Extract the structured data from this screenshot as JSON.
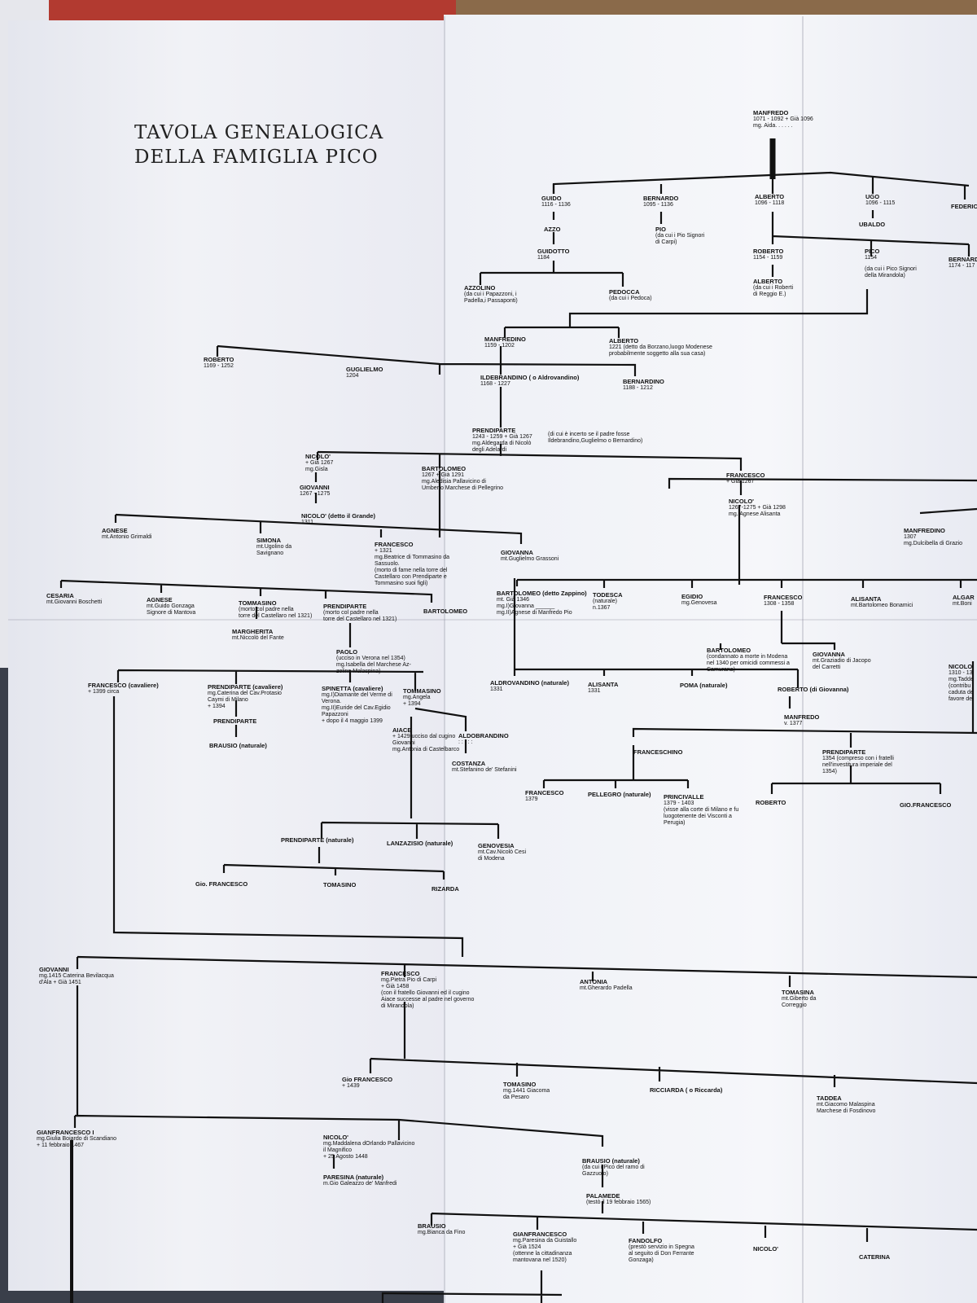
{
  "title": [
    "TAVOLA GENEALOGICA",
    "DELLA FAMIGLIA PICO"
  ],
  "nodes": [
    {
      "id": "manfredo",
      "name": "MANFREDO",
      "lines": [
        "1071 - 1092 + Già 1096",
        "mg. Aida. . . . . ."
      ]
    },
    {
      "id": "guido",
      "name": "GUIDO",
      "lines": [
        "1116 - 1136"
      ]
    },
    {
      "id": "bernardo1",
      "name": "BERNARDO",
      "lines": [
        "1095 - 1136"
      ]
    },
    {
      "id": "alberto1",
      "name": "ALBERTO",
      "lines": [
        "1096 - 1118"
      ]
    },
    {
      "id": "ugo",
      "name": "UGO",
      "lines": [
        "1096 - 1115"
      ]
    },
    {
      "id": "federico",
      "name": "FEDERIC",
      "lines": []
    },
    {
      "id": "azzo",
      "name": "AZZO",
      "lines": []
    },
    {
      "id": "pio",
      "name": "PIO",
      "lines": [
        "(da cui i Pio Signori",
        "di Carpi)"
      ]
    },
    {
      "id": "ubaldo",
      "name": "UBALDO",
      "lines": []
    },
    {
      "id": "guidotto",
      "name": "GUIDOTTO",
      "lines": [
        "1184"
      ]
    },
    {
      "id": "roberto1",
      "name": "ROBERTO",
      "lines": [
        "1154 - 1159"
      ]
    },
    {
      "id": "pico",
      "name": "PICO",
      "lines": [
        "1154",
        "",
        "(da cui i Pico Signori",
        "della Mirandola)"
      ]
    },
    {
      "id": "bernard2",
      "name": "BERNARD",
      "lines": [
        "1174 - 117"
      ]
    },
    {
      "id": "azzolino",
      "name": "AZZOLINO",
      "lines": [
        "(da cui i Papazzoni, i",
        "Padella,i Passaponti)"
      ]
    },
    {
      "id": "pedocca",
      "name": "PEDOCCA",
      "lines": [
        "(da cui i Pedoca)"
      ]
    },
    {
      "id": "alberto2",
      "name": "ALBERTO",
      "lines": [
        "(da cui i Roberti",
        "di Reggio E.)"
      ]
    },
    {
      "id": "manfredino1",
      "name": "MANFREDINO",
      "lines": [
        "1159 - 1202"
      ]
    },
    {
      "id": "alberto3",
      "name": "ALBERTO",
      "lines": [
        "1221 (detto da Borzano,luogo Modenese",
        "probabilmente soggetto alla sua casa)"
      ]
    },
    {
      "id": "roberto2",
      "name": "ROBERTO",
      "lines": [
        "1169 - 1252"
      ]
    },
    {
      "id": "guglielmo",
      "name": "GUGLIELMO",
      "lines": [
        "1204"
      ]
    },
    {
      "id": "ildebrandino",
      "name": "ILDEBRANDINO ( o Aldrovandino)",
      "lines": [
        "1168 - 1227"
      ]
    },
    {
      "id": "bernardino",
      "name": "BERNARDINO",
      "lines": [
        "1188 - 1212"
      ]
    },
    {
      "id": "prendiparte1",
      "name": "PRENDIPARTE",
      "lines": [
        "1243 - 1259 + Già 1267",
        "mg.Aldegarda di Nicolò",
        "degli Adelardi"
      ]
    },
    {
      "id": "note1",
      "name": "",
      "lines": [
        "(di cui è incerto se il padre fosse",
        "Ildebrandino,Guglielmo o Bernardino)"
      ]
    },
    {
      "id": "nicolo1",
      "name": "NICOLO'",
      "lines": [
        "+ Già 1267",
        "mg.Gisla"
      ]
    },
    {
      "id": "bartolomeo1",
      "name": "BARTOLOMEO",
      "lines": [
        "1267 + Già 1291",
        "mg.Aledisia Pallavicino di",
        "Umberto Marchese di Pellegrino"
      ]
    },
    {
      "id": "francesco1",
      "name": "FRANCESCO",
      "lines": [
        "+ Già 1267"
      ]
    },
    {
      "id": "giovanni1",
      "name": "GIOVANNI",
      "lines": [
        "1267 - 1275"
      ]
    },
    {
      "id": "nicolo2",
      "name": "NICOLO' (detto il Grande)",
      "lines": [
        "1311"
      ]
    },
    {
      "id": "nicolo3",
      "name": "NICOLO'",
      "lines": [
        "1267-1275 + Già 1298",
        "mg. Agnese Alisanta"
      ]
    },
    {
      "id": "manfredino2",
      "name": "MANFREDINO",
      "lines": [
        "1307",
        "mg.Dulcibella di Grazio"
      ]
    },
    {
      "id": "agnese1",
      "name": "AGNESE",
      "lines": [
        "mt.Antonio Grimaldi"
      ]
    },
    {
      "id": "simona",
      "name": "SIMONA",
      "lines": [
        "mt.Ugolino da",
        "Savignano"
      ]
    },
    {
      "id": "francesco2",
      "name": "FRANCESCO",
      "lines": [
        "+ 1321",
        "mg.Beatrice di Tommasino da",
        "Sassuolo.",
        "(morto di fame nella torre del",
        "Castellaro con Prendiparte e",
        "Tommasino suoi figli)"
      ]
    },
    {
      "id": "giovanna1",
      "name": "GIOVANNA",
      "lines": [
        "mt.Guglielmo Grassoni"
      ]
    },
    {
      "id": "cesaria",
      "name": "CESARIA",
      "lines": [
        "mt.Giovanni Boschetti"
      ]
    },
    {
      "id": "agnese2",
      "name": "AGNESE",
      "lines": [
        "mt.Guido Gonzaga",
        "Signore di Mantova"
      ]
    },
    {
      "id": "tommasino1",
      "name": "TOMMASINO",
      "lines": [
        "(morto col padre nella",
        "torre del Castellaro nel 1321)"
      ]
    },
    {
      "id": "prendiparte2",
      "name": "PRENDIPARTE",
      "lines": [
        "(morto col padre nella",
        "torre del Castellaro nel 1321)"
      ]
    },
    {
      "id": "bartolomeo2",
      "name": "BARTOLOMEO",
      "lines": []
    },
    {
      "id": "margherita",
      "name": "MARGHERITA",
      "lines": [
        "mt.Niccolò del Fante"
      ]
    },
    {
      "id": "bartolomeo3",
      "name": "BARTOLOMEO (detto Zappino)",
      "lines": [
        "mt. Già 1346",
        "mg.I)Giovanna ______",
        "mg.II)Agnese di Manfredo Pio"
      ]
    },
    {
      "id": "todesca",
      "name": "TODESCA",
      "lines": [
        "(naturale)",
        "n.1367"
      ]
    },
    {
      "id": "egidio",
      "name": "EGIDIO",
      "lines": [
        "mg.Genovesa"
      ]
    },
    {
      "id": "francesco3",
      "name": "FRANCESCO",
      "lines": [
        "1308 - 1358"
      ]
    },
    {
      "id": "alisanta1",
      "name": "ALISANTA",
      "lines": [
        "mt.Bartolomeo Bonamici"
      ]
    },
    {
      "id": "algar",
      "name": "ALGAR",
      "lines": [
        "mt.Boni"
      ]
    },
    {
      "id": "paolo",
      "name": "PAOLO",
      "lines": [
        "(ucciso in Verona nel 1354)",
        "mg.Isabella del Marchese Az-",
        "zolino Malaspina)"
      ]
    },
    {
      "id": "bartolomeo4",
      "name": "BARTOLOMEO",
      "lines": [
        "(condannato a morte in Modena",
        "nel 1340 per omicidi commessi a",
        "Camurana)"
      ]
    },
    {
      "id": "giovanna2",
      "name": "GIOVANNA",
      "lines": [
        "mt.Graziadio di Jacopo",
        "del Carretti"
      ]
    },
    {
      "id": "nicolo4",
      "name": "NICOLO'",
      "lines": [
        "1310 - 13",
        "mg.Tadde",
        "(contribu",
        "caduta de",
        "favore de"
      ]
    },
    {
      "id": "francesco4",
      "name": "FRANCESCO (cavaliere)",
      "lines": [
        "+ 1399 circa"
      ]
    },
    {
      "id": "prendiparte3",
      "name": "PRENDIPARTE (cavaliere)",
      "lines": [
        "mg.Caterina del Cav.Protasio",
        "Caymi di Milano",
        "+ 1394"
      ]
    },
    {
      "id": "spinetta",
      "name": "SPINETTA (cavaliere)",
      "lines": [
        "mg.I)Diamante del Verme di",
        "Verona.",
        "mg.II)Euride del Cav.Egidio",
        "Papazzoni",
        "+ dopo il 4 maggio 1399"
      ]
    },
    {
      "id": "tommasino2",
      "name": "TOMMASINO",
      "lines": [
        "mg.Angela",
        "+ 1394"
      ]
    },
    {
      "id": "aldrovandino",
      "name": "ALDROVANDINO (naturale)",
      "lines": [
        "1331"
      ]
    },
    {
      "id": "alisanta2",
      "name": "ALISANTA",
      "lines": [
        "1331"
      ]
    },
    {
      "id": "poma",
      "name": "POMA (naturale)",
      "lines": []
    },
    {
      "id": "roberto3",
      "name": "ROBERTO (di Giovanna)",
      "lines": []
    },
    {
      "id": "prendiparte4",
      "name": "PRENDIPARTE",
      "lines": []
    },
    {
      "id": "manfredo2",
      "name": "MANFREDO",
      "lines": [
        "v. 1377"
      ]
    },
    {
      "id": "brausio1",
      "name": "BRAUSIO (naturale)",
      "lines": []
    },
    {
      "id": "aiace",
      "name": "AIACE",
      "lines": [
        "+ 1429,ucciso dal cugino",
        "Giovanni",
        "mg.Antonia di Castelbarco"
      ]
    },
    {
      "id": "aldobrandino",
      "name": "ALDOBRANDINO",
      "lines": [
        ": : : : :"
      ]
    },
    {
      "id": "franceschino",
      "name": "FRANCESCHINO",
      "lines": []
    },
    {
      "id": "prendiparte5",
      "name": "PRENDIPARTE",
      "lines": [
        "1354 (compreso con i fratelli",
        "nell'investitura imperiale del",
        "1354)"
      ]
    },
    {
      "id": "costanza",
      "name": "COSTANZA",
      "lines": [
        "mt.Stefanino de' Stefanini"
      ]
    },
    {
      "id": "francesco5",
      "name": "FRANCESCO",
      "lines": [
        "1379"
      ]
    },
    {
      "id": "pellegro",
      "name": "PELLEGRO (naturale)",
      "lines": []
    },
    {
      "id": "princivalle",
      "name": "PRINCIVALLE",
      "lines": [
        "1379 - 1403",
        "(visse alla corte di Milano e fu",
        "luogotenente dei Visconti a",
        "Perugia)"
      ]
    },
    {
      "id": "roberto4",
      "name": "ROBERTO",
      "lines": []
    },
    {
      "id": "giofrancesco1",
      "name": "GIO.FRANCESCO",
      "lines": []
    },
    {
      "id": "prendiparte6",
      "name": "PRENDIPARTE (naturale)",
      "lines": []
    },
    {
      "id": "lanzazisio",
      "name": "LANZAZISIO (naturale)",
      "lines": []
    },
    {
      "id": "genovesia",
      "name": "GENOVESIA",
      "lines": [
        "mt.Cav.Nicolò Cesi",
        "di Modena"
      ]
    },
    {
      "id": "giofrancesco2",
      "name": "Gio. FRANCESCO",
      "lines": []
    },
    {
      "id": "tomasino1",
      "name": "TOMASINO",
      "lines": []
    },
    {
      "id": "rizarda",
      "name": "RIZARDA",
      "lines": []
    },
    {
      "id": "giovanni2",
      "name": "GIOVANNI",
      "lines": [
        "mg.1415 Caterina Bevilacqua",
        "d'Ala    + Già 1451"
      ]
    },
    {
      "id": "francesco6",
      "name": "FRANCESCO",
      "lines": [
        "mg.Pietra Pio di Carpi",
        "+ Già 1458",
        "(con il fratello Giovanni ed il cugino",
        "Aiace successe al padre nel governo",
        "di Mirandola)"
      ]
    },
    {
      "id": "antonia",
      "name": "ANTONIA",
      "lines": [
        "mt.Gherardo Padella"
      ]
    },
    {
      "id": "tomasina",
      "name": "TOMASINA",
      "lines": [
        "mt.Giberto da",
        "Correggio"
      ]
    },
    {
      "id": "giofrancesco3",
      "name": "Gio FRANCESCO",
      "lines": [
        "+ 1439"
      ]
    },
    {
      "id": "tomasino2",
      "name": "TOMASINO",
      "lines": [
        "mg.1441 Giacoma",
        "da Pesaro"
      ]
    },
    {
      "id": "ricciarda",
      "name": "RICCIARDA ( o Riccarda)",
      "lines": []
    },
    {
      "id": "taddea",
      "name": "TADDEA",
      "lines": [
        "mt.Giacomo Malaspina",
        "Marchese di Fosdinovo"
      ]
    },
    {
      "id": "gianfrancesco1",
      "name": "GIANFRANCESCO I",
      "lines": [
        "mg.Giulia Boiardo di Scandiano",
        "+ 11 febbraio 1467"
      ]
    },
    {
      "id": "nicolo5",
      "name": "NICOLO'",
      "lines": [
        "mg.Maddalena dOrlando Pallavicino",
        "il Magnifico",
        "+ 25 Agosto 1448"
      ]
    },
    {
      "id": "paresina",
      "name": "PARESINA (naturale)",
      "lines": [
        "m.Gio Galeazzo de' Manfredi"
      ]
    },
    {
      "id": "brausio2",
      "name": "BRAUSIO (naturale)",
      "lines": [
        "(da cui i Pico del ramo di",
        "Gazzuolo)"
      ]
    },
    {
      "id": "palamede",
      "name": "PALAMEDE",
      "lines": [
        "(testò il 19 febbraio 1565)"
      ]
    },
    {
      "id": "brausio3",
      "name": "BRAUSIO",
      "lines": [
        "mg.Bianca da Fino"
      ]
    },
    {
      "id": "gianfrancesco2",
      "name": "GIANFRANCESCO",
      "lines": [
        "mg.Paresina da Guistallo",
        "+ Già 1524",
        "(ottenne la cittadinanza",
        "mantovana nel 1520)"
      ]
    },
    {
      "id": "fandolfo",
      "name": "FANDOLFO",
      "lines": [
        "(prestò servizio in Spegna",
        "al seguito di Don Ferrante",
        "Gonzaga)"
      ]
    },
    {
      "id": "nicolo6",
      "name": "NICOLO'",
      "lines": []
    },
    {
      "id": "caterina",
      "name": "CATERINA",
      "lines": []
    }
  ]
}
